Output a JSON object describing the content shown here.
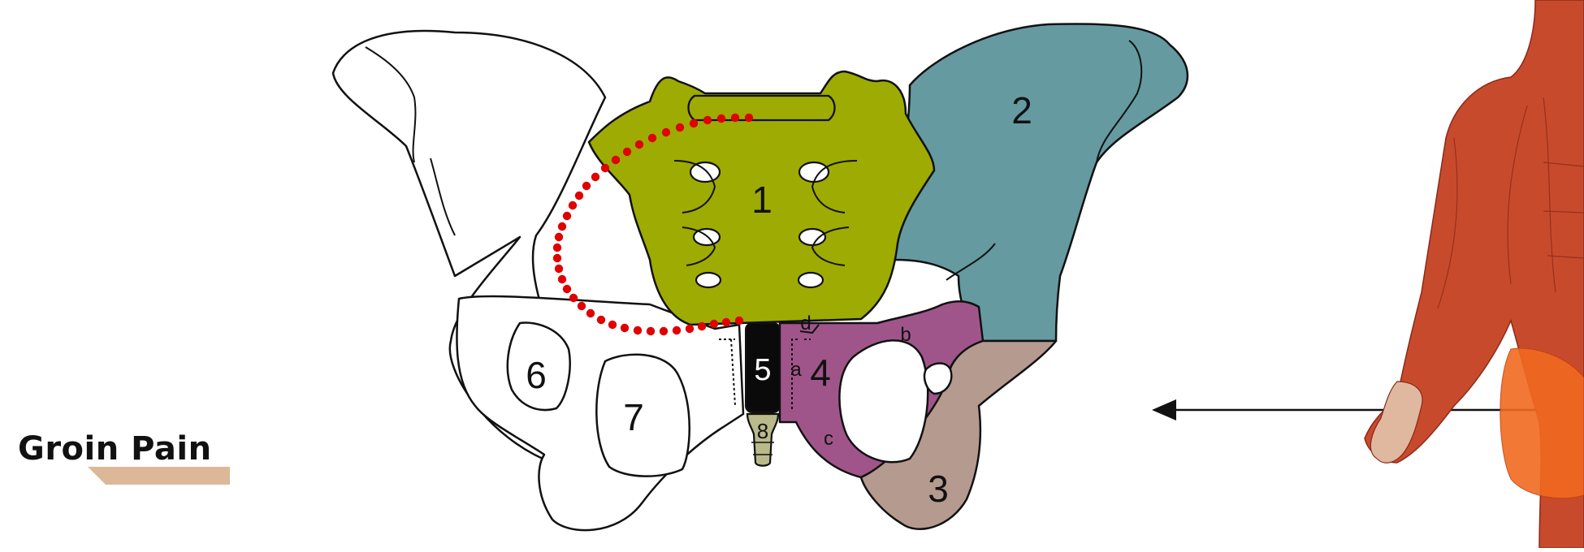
{
  "title": "Groin Pain",
  "labels": {
    "sacrum": "1",
    "ilium": "2",
    "ischium": "3",
    "pubis": "4",
    "symphysis": "5",
    "acetabulum": "6",
    "obturator_foramen": "7",
    "coccyx": "8",
    "sub_a": "a",
    "sub_b": "b",
    "sub_c": "c",
    "sub_d": "d"
  },
  "colors": {
    "sacrum": "#9eab02",
    "ilium": "#659aa1",
    "pubis": "#a0558a",
    "ischium": "#b59a8f",
    "symphysis": "#0a0a0a",
    "coccyx": "#b9b98a",
    "dots": "#e00000",
    "title_bar": "#dcb898",
    "muscle": "#c84a2c",
    "muscle_highlight": "#f06a20"
  }
}
